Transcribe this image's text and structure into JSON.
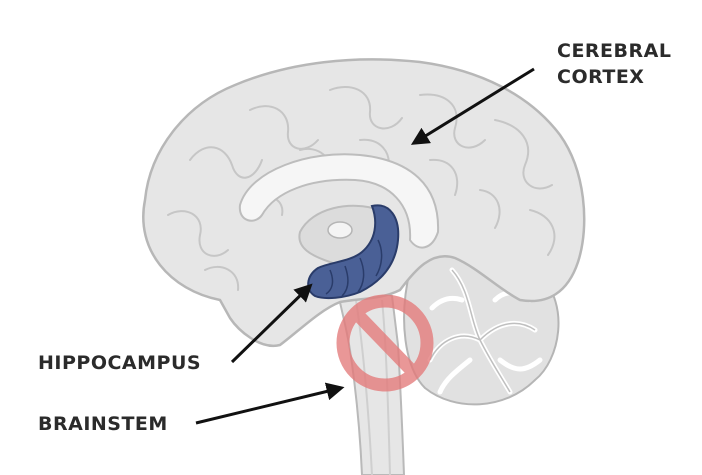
{
  "labels": {
    "cerebral_cortex_line1": "CEREBRAL",
    "cerebral_cortex_line2": "CORTEX",
    "hippocampus": "HIPPOCAMPUS",
    "brainstem": "BRAINSTEM"
  },
  "colors": {
    "brain_fill": "#e4e4e4",
    "brain_outline": "#bdbdbd",
    "hippocampus_fill": "#4a6096",
    "hippocampus_outline": "#2a3c6a",
    "no_sign": "#e47a7a",
    "arrow": "#111111",
    "label_text": "#2b2b2b"
  },
  "icons": {
    "prohibited": "no-entry-sign-icon"
  }
}
